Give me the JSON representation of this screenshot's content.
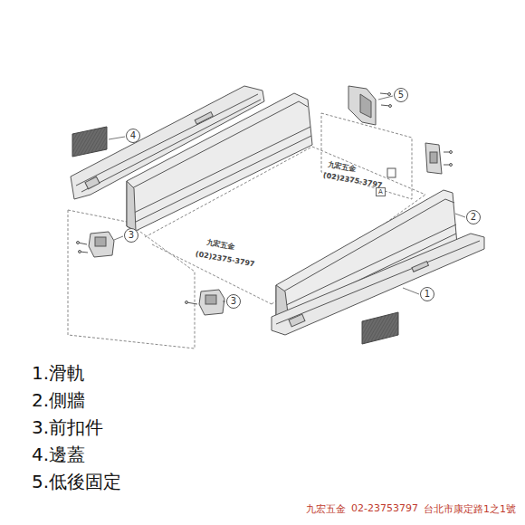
{
  "diagram": {
    "nodes": [
      {
        "text": [
          "5"
        ]
      },
      {
        "text": [
          "4"
        ]
      },
      {
        "text": [
          "2"
        ]
      },
      {
        "text": [
          "3"
        ]
      },
      {
        "text": [
          "1"
        ]
      },
      {
        "text": [
          "3"
        ]
      }
    ],
    "labels": [
      "九宏五金",
      "(02)2375-3797",
      "A",
      "九宏五金",
      "(02)2375-3797",
      "1.滑軌",
      "2.側牆",
      "3.前扣件",
      "4.邊蓋",
      "5.低後固定",
      "九宏五金",
      "02-23753797",
      "台北市康定路1之1號"
    ]
  }
}
